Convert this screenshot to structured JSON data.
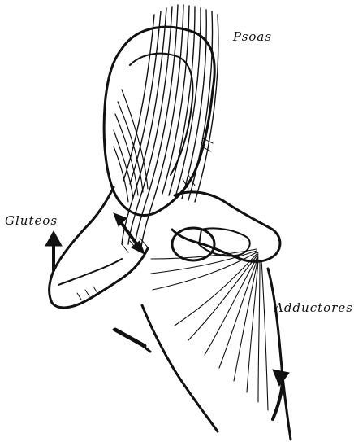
{
  "labels": {
    "psoas": "Psoas",
    "gluteos": "Gluteos",
    "adductores": "Adductores"
  },
  "colors": {
    "ink": "#111111",
    "paper": "#ffffff"
  }
}
